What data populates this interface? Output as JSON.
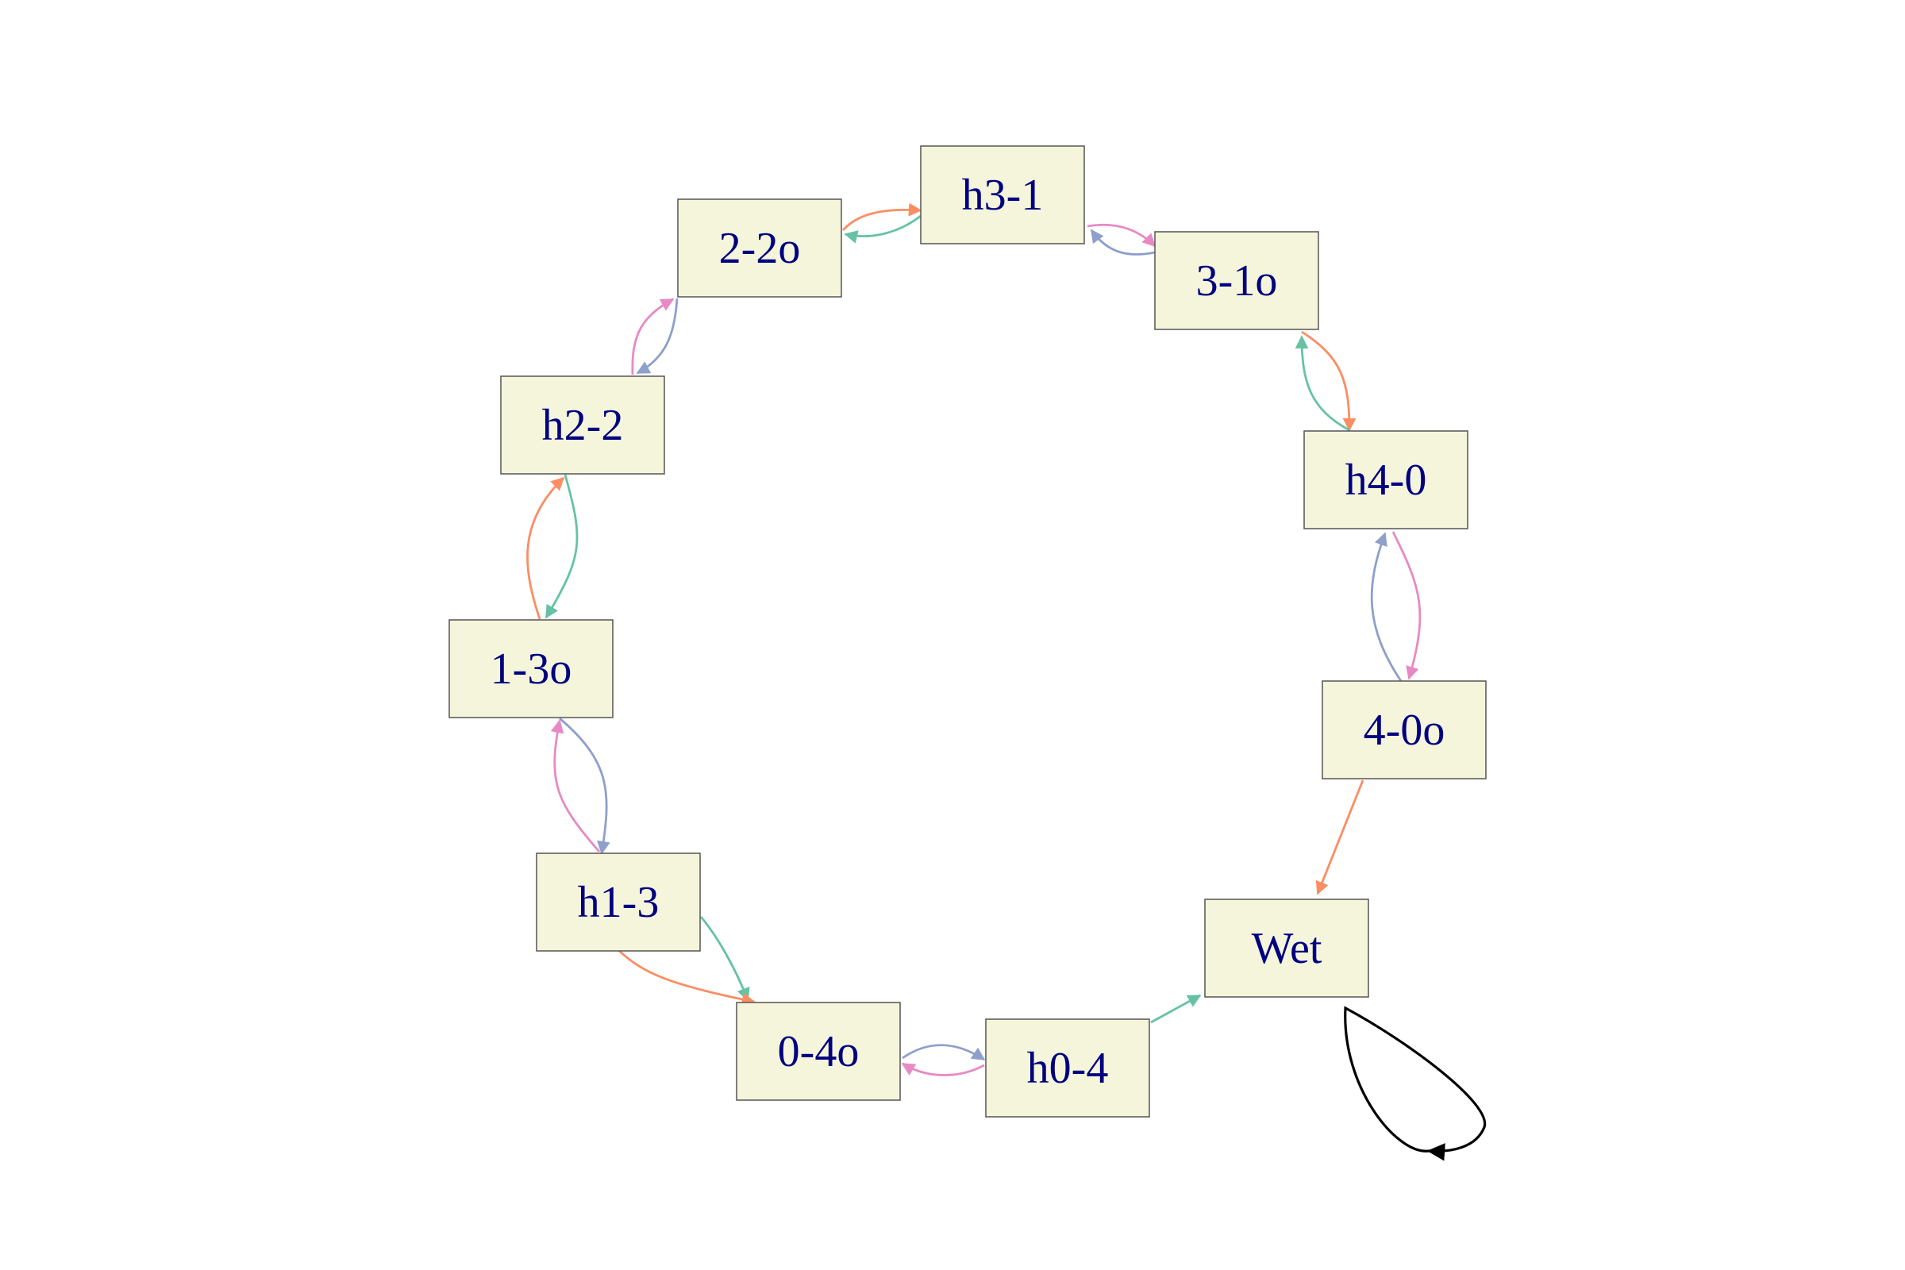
{
  "diagram": {
    "nodes": [
      {
        "id": "h3-1",
        "label": "h3-1"
      },
      {
        "id": "2-2o",
        "label": "2-2o"
      },
      {
        "id": "3-1o",
        "label": "3-1o"
      },
      {
        "id": "h2-2",
        "label": "h2-2"
      },
      {
        "id": "h4-0",
        "label": "h4-0"
      },
      {
        "id": "1-3o",
        "label": "1-3o"
      },
      {
        "id": "4-0o",
        "label": "4-0o"
      },
      {
        "id": "h1-3",
        "label": "h1-3"
      },
      {
        "id": "Wet",
        "label": "Wet"
      },
      {
        "id": "0-4o",
        "label": "0-4o"
      },
      {
        "id": "h0-4",
        "label": "h0-4"
      }
    ],
    "edges": [
      {
        "from": "2-2o",
        "to": "h3-1",
        "color": "#fc8d62"
      },
      {
        "from": "h3-1",
        "to": "2-2o",
        "color": "#66c2a5"
      },
      {
        "from": "h3-1",
        "to": "3-1o",
        "color": "#e78ac3"
      },
      {
        "from": "3-1o",
        "to": "h3-1",
        "color": "#8da0cb"
      },
      {
        "from": "3-1o",
        "to": "h4-0",
        "color": "#fc8d62"
      },
      {
        "from": "h4-0",
        "to": "3-1o",
        "color": "#66c2a5"
      },
      {
        "from": "h4-0",
        "to": "4-0o",
        "color": "#e78ac3"
      },
      {
        "from": "4-0o",
        "to": "h4-0",
        "color": "#8da0cb"
      },
      {
        "from": "4-0o",
        "to": "Wet",
        "color": "#fc8d62"
      },
      {
        "from": "h0-4",
        "to": "Wet",
        "color": "#66c2a5"
      },
      {
        "from": "Wet",
        "to": "Wet",
        "color": "#000000"
      },
      {
        "from": "0-4o",
        "to": "h0-4",
        "color": "#8da0cb"
      },
      {
        "from": "h0-4",
        "to": "0-4o",
        "color": "#e78ac3"
      },
      {
        "from": "h1-3",
        "to": "0-4o",
        "color": "#66c2a5"
      },
      {
        "from": "h1-3",
        "to": "0-4o",
        "color": "#fc8d62"
      },
      {
        "from": "1-3o",
        "to": "h1-3",
        "color": "#8da0cb"
      },
      {
        "from": "h1-3",
        "to": "1-3o",
        "color": "#e78ac3"
      },
      {
        "from": "1-3o",
        "to": "h2-2",
        "color": "#fc8d62"
      },
      {
        "from": "h2-2",
        "to": "1-3o",
        "color": "#66c2a5"
      },
      {
        "from": "h2-2",
        "to": "2-2o",
        "color": "#e78ac3"
      },
      {
        "from": "2-2o",
        "to": "h2-2",
        "color": "#8da0cb"
      }
    ]
  }
}
